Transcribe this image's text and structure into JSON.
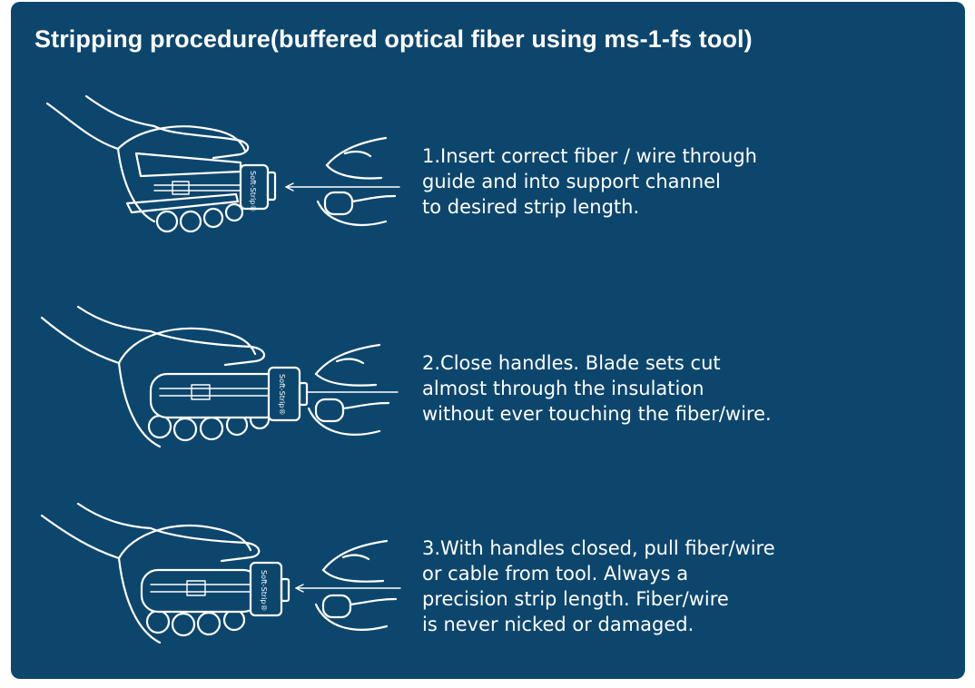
{
  "title": "Stripping procedure(buffered optical fiber using ms-1-fs tool)",
  "tool_brand": "Soft-Strip®",
  "steps": [
    {
      "illustration": "hand-holding-open-stripper-icon",
      "lines": [
        "1.Insert correct fiber / wire through",
        "guide and into support channel",
        "to desired strip length."
      ]
    },
    {
      "illustration": "hand-closing-stripper-icon",
      "lines": [
        "2.Close handles. Blade sets cut",
        "almost through the insulation",
        "without ever touching the fiber/wire."
      ]
    },
    {
      "illustration": "hand-pulling-fiber-icon",
      "lines": [
        "3.With handles closed, pull fiber/wire",
        "or cable from tool. Always a",
        "precision strip length. Fiber/wire",
        "is never nicked or damaged."
      ]
    }
  ],
  "colors": {
    "background": "#0d466d",
    "foreground": "#ffffff"
  }
}
